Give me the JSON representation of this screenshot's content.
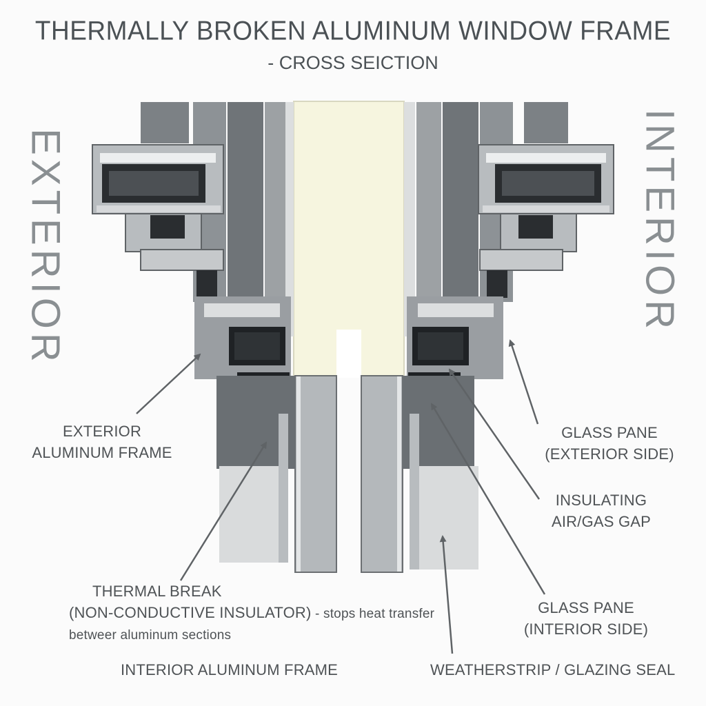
{
  "title": "THERMALLY BROKEN ALUMINUM WINDOW FRAME",
  "subtitle": "- CROSS SEICTION",
  "side_labels": {
    "left": "EXTERIOR",
    "right": "INTERIOR"
  },
  "callouts": {
    "exterior_frame": [
      "EXTERIOR",
      "ALUMINUM FRAME"
    ],
    "thermal_break": {
      "line1": "THERMAL  BREAK",
      "line2_main": "(NON-CONDUCTIVE INSULATOR)",
      "line2_rest": " - stops heat transfer",
      "line3": "betweer aluminum sections"
    },
    "interior_frame": "INTERIOR ALUMINUM  FRAME",
    "glass_exterior": [
      "GLASS PANE",
      "(EXTERIOR SIDE)"
    ],
    "air_gap": [
      "INSULATING",
      "AIR/GAS GAP"
    ],
    "glass_interior": [
      "GLASS PANE",
      "(INTERIOR SIDE)"
    ],
    "weatherstrip": "WEATHERSTRIP / GLAZING SEAL"
  },
  "colors": {
    "dark_aluminum": "#55595c",
    "mid_aluminum": "#8d9296",
    "light_aluminum": "#b8bcbf",
    "pale_aluminum": "#dcdedf",
    "cavity": "#1f2225",
    "gap_fill": "#f6f5df",
    "line": "#5f6366"
  }
}
